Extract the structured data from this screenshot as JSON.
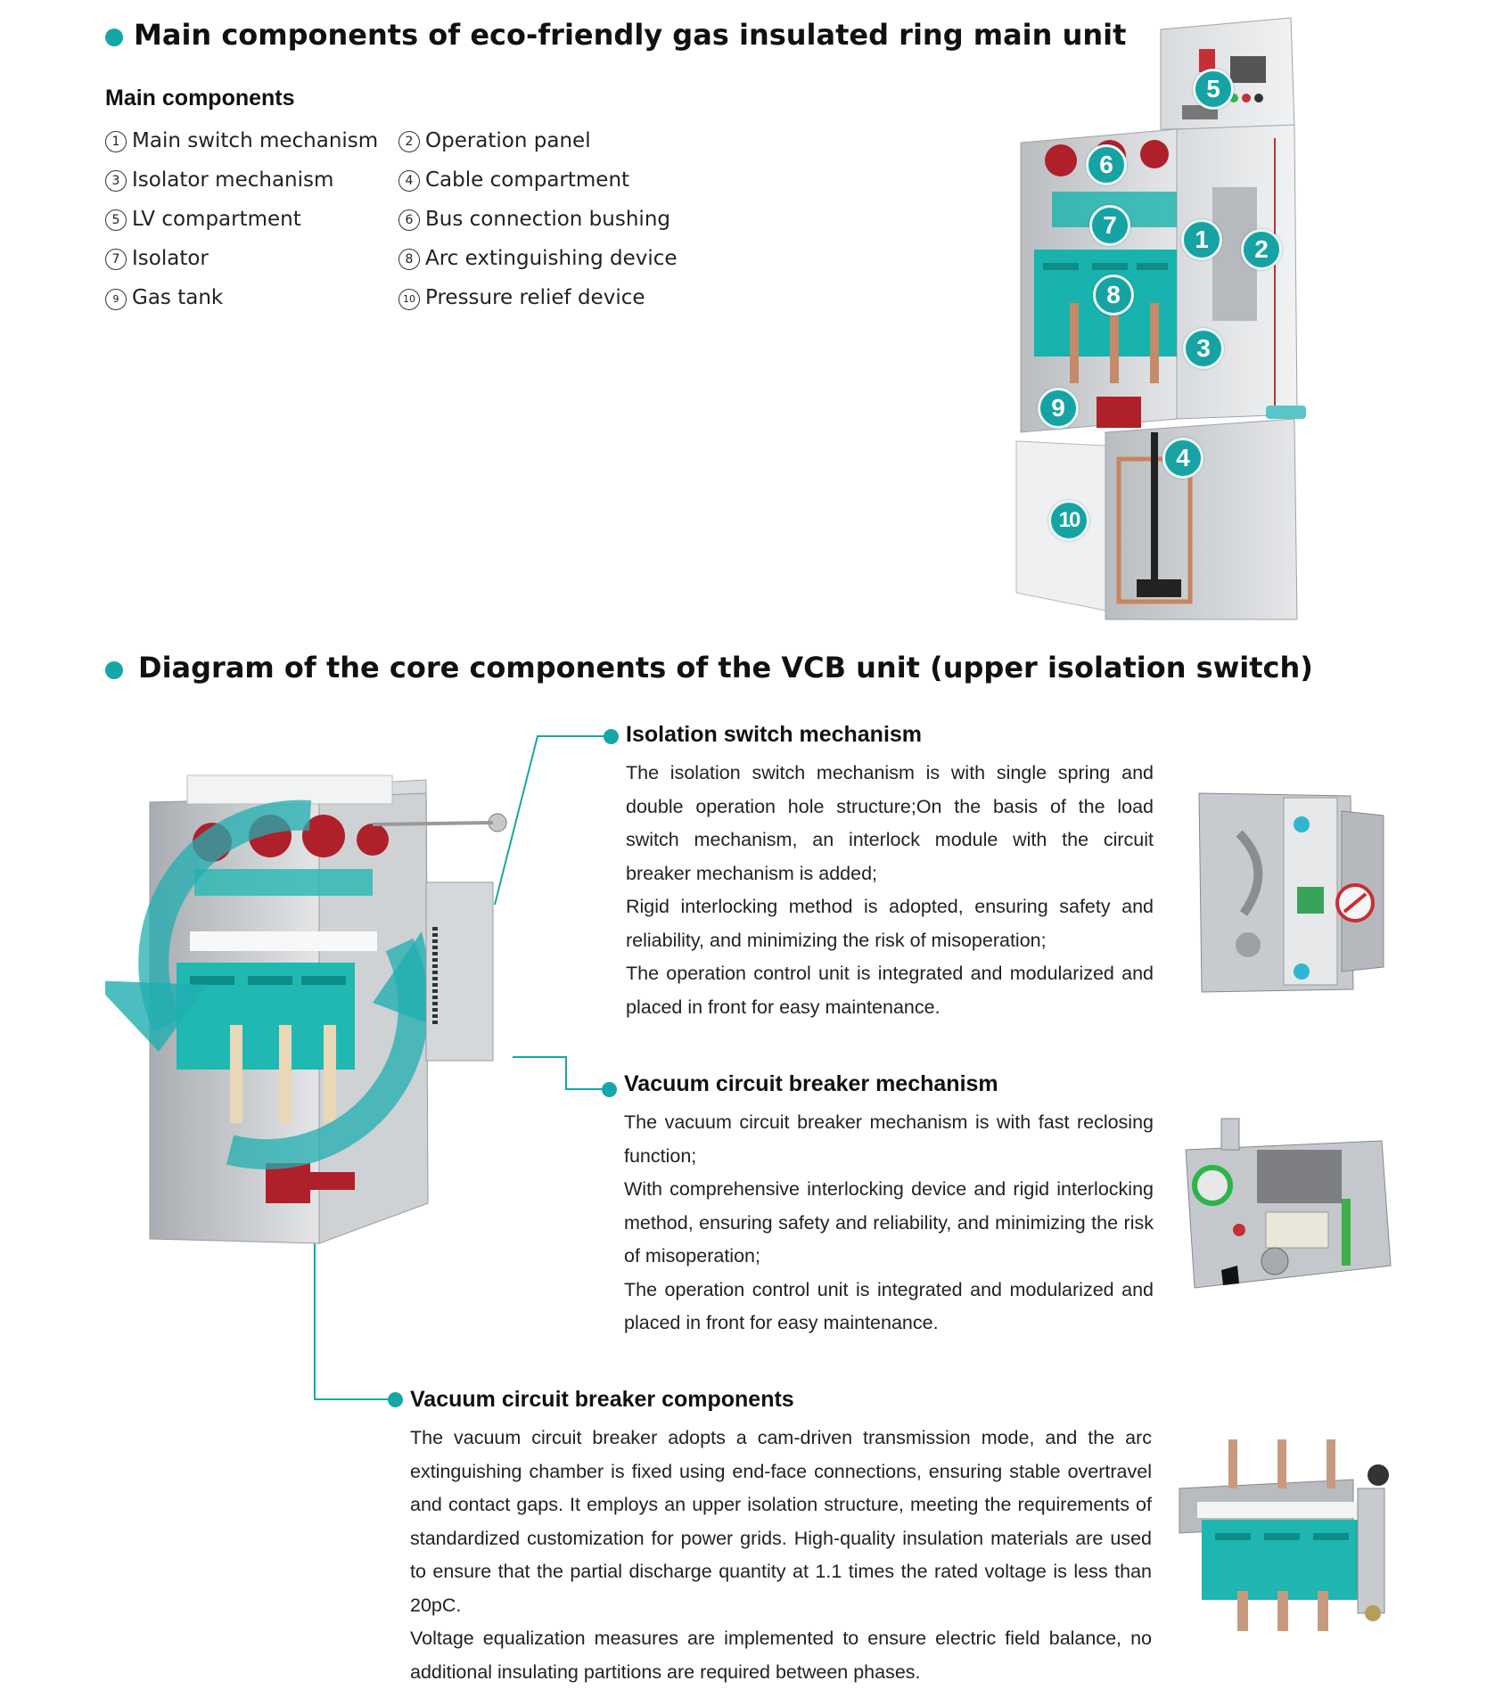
{
  "section1": {
    "title": "Main components of eco-friendly gas insulated ring main unit",
    "subtitle": "Main components",
    "components": [
      {
        "num": "1",
        "label": "Main switch mechanism"
      },
      {
        "num": "2",
        "label": "Operation panel"
      },
      {
        "num": "3",
        "label": "Isolator mechanism"
      },
      {
        "num": "4",
        "label": "Cable compartment"
      },
      {
        "num": "5",
        "label": "LV compartment"
      },
      {
        "num": "6",
        "label": "Bus connection bushing"
      },
      {
        "num": "7",
        "label": "Isolator"
      },
      {
        "num": "8",
        "label": "Arc extinguishing device"
      },
      {
        "num": "9",
        "label": "Gas tank"
      },
      {
        "num": "10",
        "label": "Pressure relief device"
      }
    ],
    "cabinet_badges": [
      "1",
      "2",
      "3",
      "4",
      "5",
      "6",
      "7",
      "8",
      "9",
      "10"
    ]
  },
  "section2": {
    "title": "Diagram of the core components of the VCB unit (upper isolation switch)",
    "blocks": [
      {
        "title": "Isolation switch mechanism",
        "paragraphs": [
          "The isolation switch mechanism is with single spring and double operation hole structure;On the basis of the load switch mechanism, an interlock module with the circuit breaker mechanism is added;",
          "Rigid interlocking method is adopted, ensuring safety and reliability, and minimizing the risk of misoperation;",
          "The operation control unit is integrated and modularized and placed in front for easy maintenance."
        ]
      },
      {
        "title": "Vacuum circuit breaker mechanism",
        "paragraphs": [
          "The vacuum circuit breaker mechanism is with fast reclosing function;",
          "With comprehensive interlocking device and rigid interlocking method, ensuring safety and reliability,  and minimizing the risk of misoperation;",
          "The operation control unit is integrated and modularized and placed in front for easy maintenance."
        ]
      },
      {
        "title": "Vacuum circuit breaker components",
        "paragraphs": [
          "The vacuum circuit breaker adopts a cam-driven transmission mode, and the arc extinguishing chamber is fixed using end-face connections, ensuring stable overtravel and contact gaps. It employs an upper isolation structure, meeting the requirements of standardized customization for power grids. High-quality insulation materials are used to ensure that the partial discharge quantity at 1.1 times the rated voltage is less than 20pC.",
          "Voltage equalization measures are implemented to ensure electric field balance, no additional insulating partitions are required between phases."
        ]
      }
    ]
  },
  "colors": {
    "accent": "#14a7a6",
    "bushing_red": "#b0202a",
    "frame_grey": "#c9cccf"
  }
}
